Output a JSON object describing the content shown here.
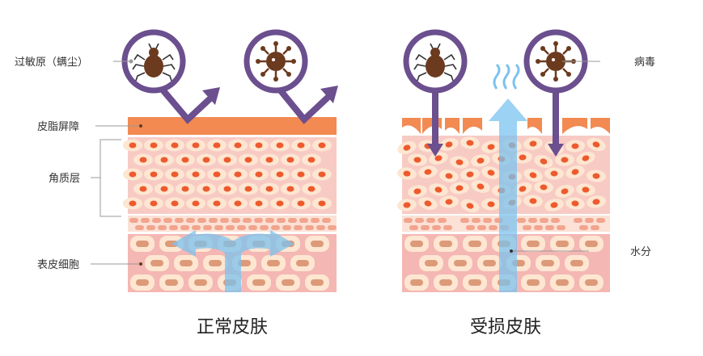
{
  "labels": {
    "allergen": "过敏原（螨尘）",
    "barrier": "皮脂屏障",
    "stratum": "角质层",
    "epidermis": "表皮细胞",
    "virus": "病毒",
    "water": "水分"
  },
  "captions": {
    "normal": "正常皮肤",
    "damaged": "受损皮肤"
  },
  "colors": {
    "barrier": "#f28a52",
    "stratum_bg": "#f7cbc4",
    "cell": "#fde6d2",
    "nucleus": "#ee5a2d",
    "epidermis_bg": "#f4b7b3",
    "epi_nucleus": "#dc9a79",
    "purple": "#6b4f8e",
    "mite": "#6b3a1f",
    "water": "#7cc3ef",
    "leader": "#9a9a9a"
  },
  "icons": [
    "mite-icon",
    "virus-icon",
    "vapor-icon"
  ]
}
